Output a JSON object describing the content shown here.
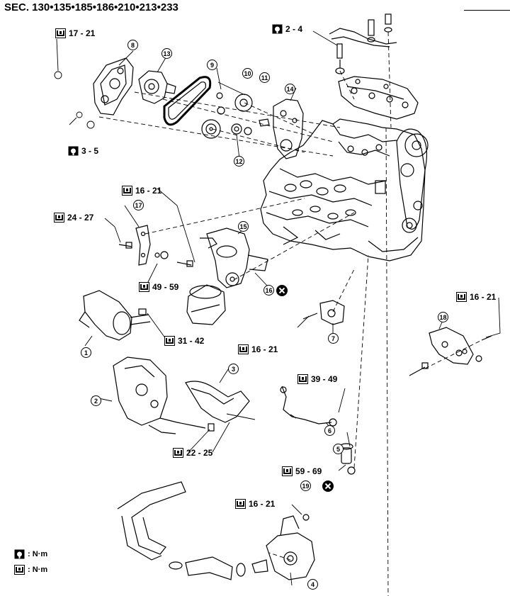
{
  "header": {
    "section_title": "SEC. 130•135•185•186•210•213•233"
  },
  "colors": {
    "ink": "#000000",
    "paper": "#ffffff"
  },
  "part_numbers": [
    "1",
    "2",
    "3",
    "4",
    "5",
    "6",
    "7",
    "8",
    "9",
    "10",
    "11",
    "12",
    "13",
    "14",
    "15",
    "16",
    "17",
    "18",
    "19"
  ],
  "torques": [
    {
      "value": "17 - 21",
      "icon": "wrench-torque-icon"
    },
    {
      "value": "2 - 4",
      "icon": "wrench-torque-filled-icon"
    },
    {
      "value": "3 - 5",
      "icon": "wrench-torque-filled-icon"
    },
    {
      "value": "16 - 21",
      "icon": "wrench-torque-icon"
    },
    {
      "value": "24 - 27",
      "icon": "wrench-torque-icon"
    },
    {
      "value": "49 - 59",
      "icon": "wrench-torque-icon"
    },
    {
      "value": "16 - 21",
      "icon": "wrench-torque-icon"
    },
    {
      "value": "31 - 42",
      "icon": "wrench-torque-icon"
    },
    {
      "value": "16 - 21",
      "icon": "wrench-torque-icon"
    },
    {
      "value": "39 - 49",
      "icon": "wrench-torque-icon"
    },
    {
      "value": "22 - 25",
      "icon": "wrench-torque-icon"
    },
    {
      "value": "59 - 69",
      "icon": "wrench-torque-icon"
    },
    {
      "value": "16 - 21",
      "icon": "wrench-torque-icon"
    }
  ],
  "legend": [
    {
      "icon": "wrench-torque-filled-icon",
      "unit": ": N·m"
    },
    {
      "icon": "wrench-torque-icon",
      "unit": ": N·m"
    }
  ],
  "non_reusable_marks": [
    {
      "icon": "x-circle-icon"
    },
    {
      "icon": "x-circle-icon"
    },
    {
      "icon": "x-circle-icon"
    }
  ]
}
